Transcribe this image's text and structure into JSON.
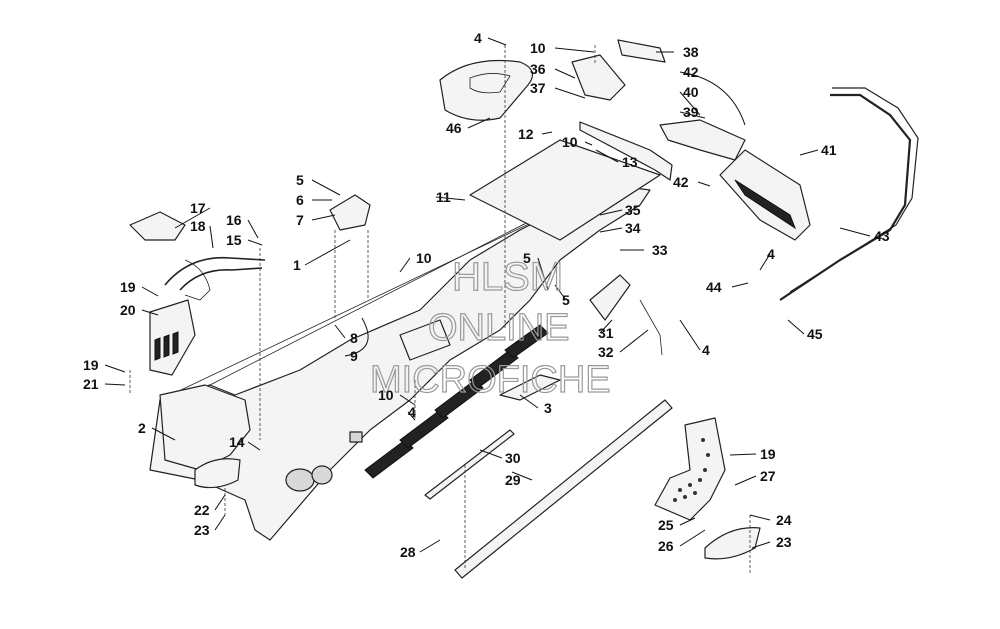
{
  "watermark": {
    "line1": "HLSM",
    "line2": "ONLINE",
    "line3": "MICROFICHE"
  },
  "callouts": [
    "4",
    "10",
    "38",
    "36",
    "42",
    "37",
    "40",
    "39",
    "46",
    "12",
    "10",
    "41",
    "13",
    "42",
    "5",
    "6",
    "7",
    "11",
    "35",
    "34",
    "17",
    "18",
    "16",
    "15",
    "10",
    "5",
    "33",
    "1",
    "43",
    "19",
    "20",
    "5",
    "4",
    "44",
    "8",
    "9",
    "31",
    "32",
    "4",
    "45",
    "19",
    "21",
    "10",
    "4",
    "3",
    "2",
    "14",
    "30",
    "19",
    "27",
    "29",
    "22",
    "23",
    "25",
    "26",
    "24",
    "23",
    "28"
  ]
}
